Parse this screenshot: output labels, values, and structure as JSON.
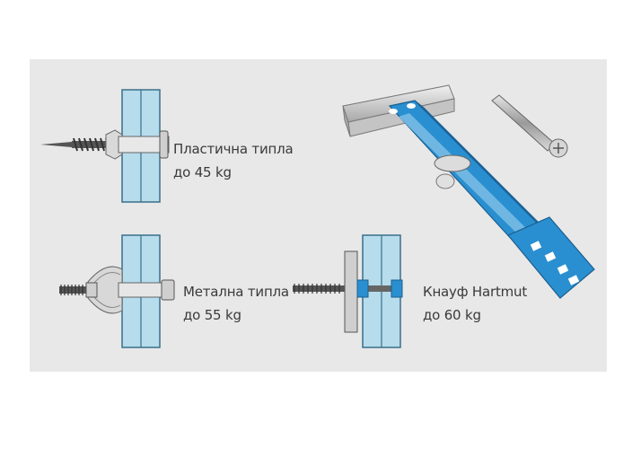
{
  "anchors": [
    {
      "name": "Пластична типла",
      "capacity": "до 45 kg"
    },
    {
      "name": "Метална типла",
      "capacity": "до 55 kg"
    },
    {
      "name": "Кнауф Hartmut",
      "capacity": "до 60 kg"
    }
  ],
  "colors": {
    "background_panel": "#e8e8e8",
    "board": "#b7dcec",
    "board_outline": "#3a6f8a",
    "anchor_blue": "#2a8fd0",
    "metal": "#b8b8b8"
  }
}
